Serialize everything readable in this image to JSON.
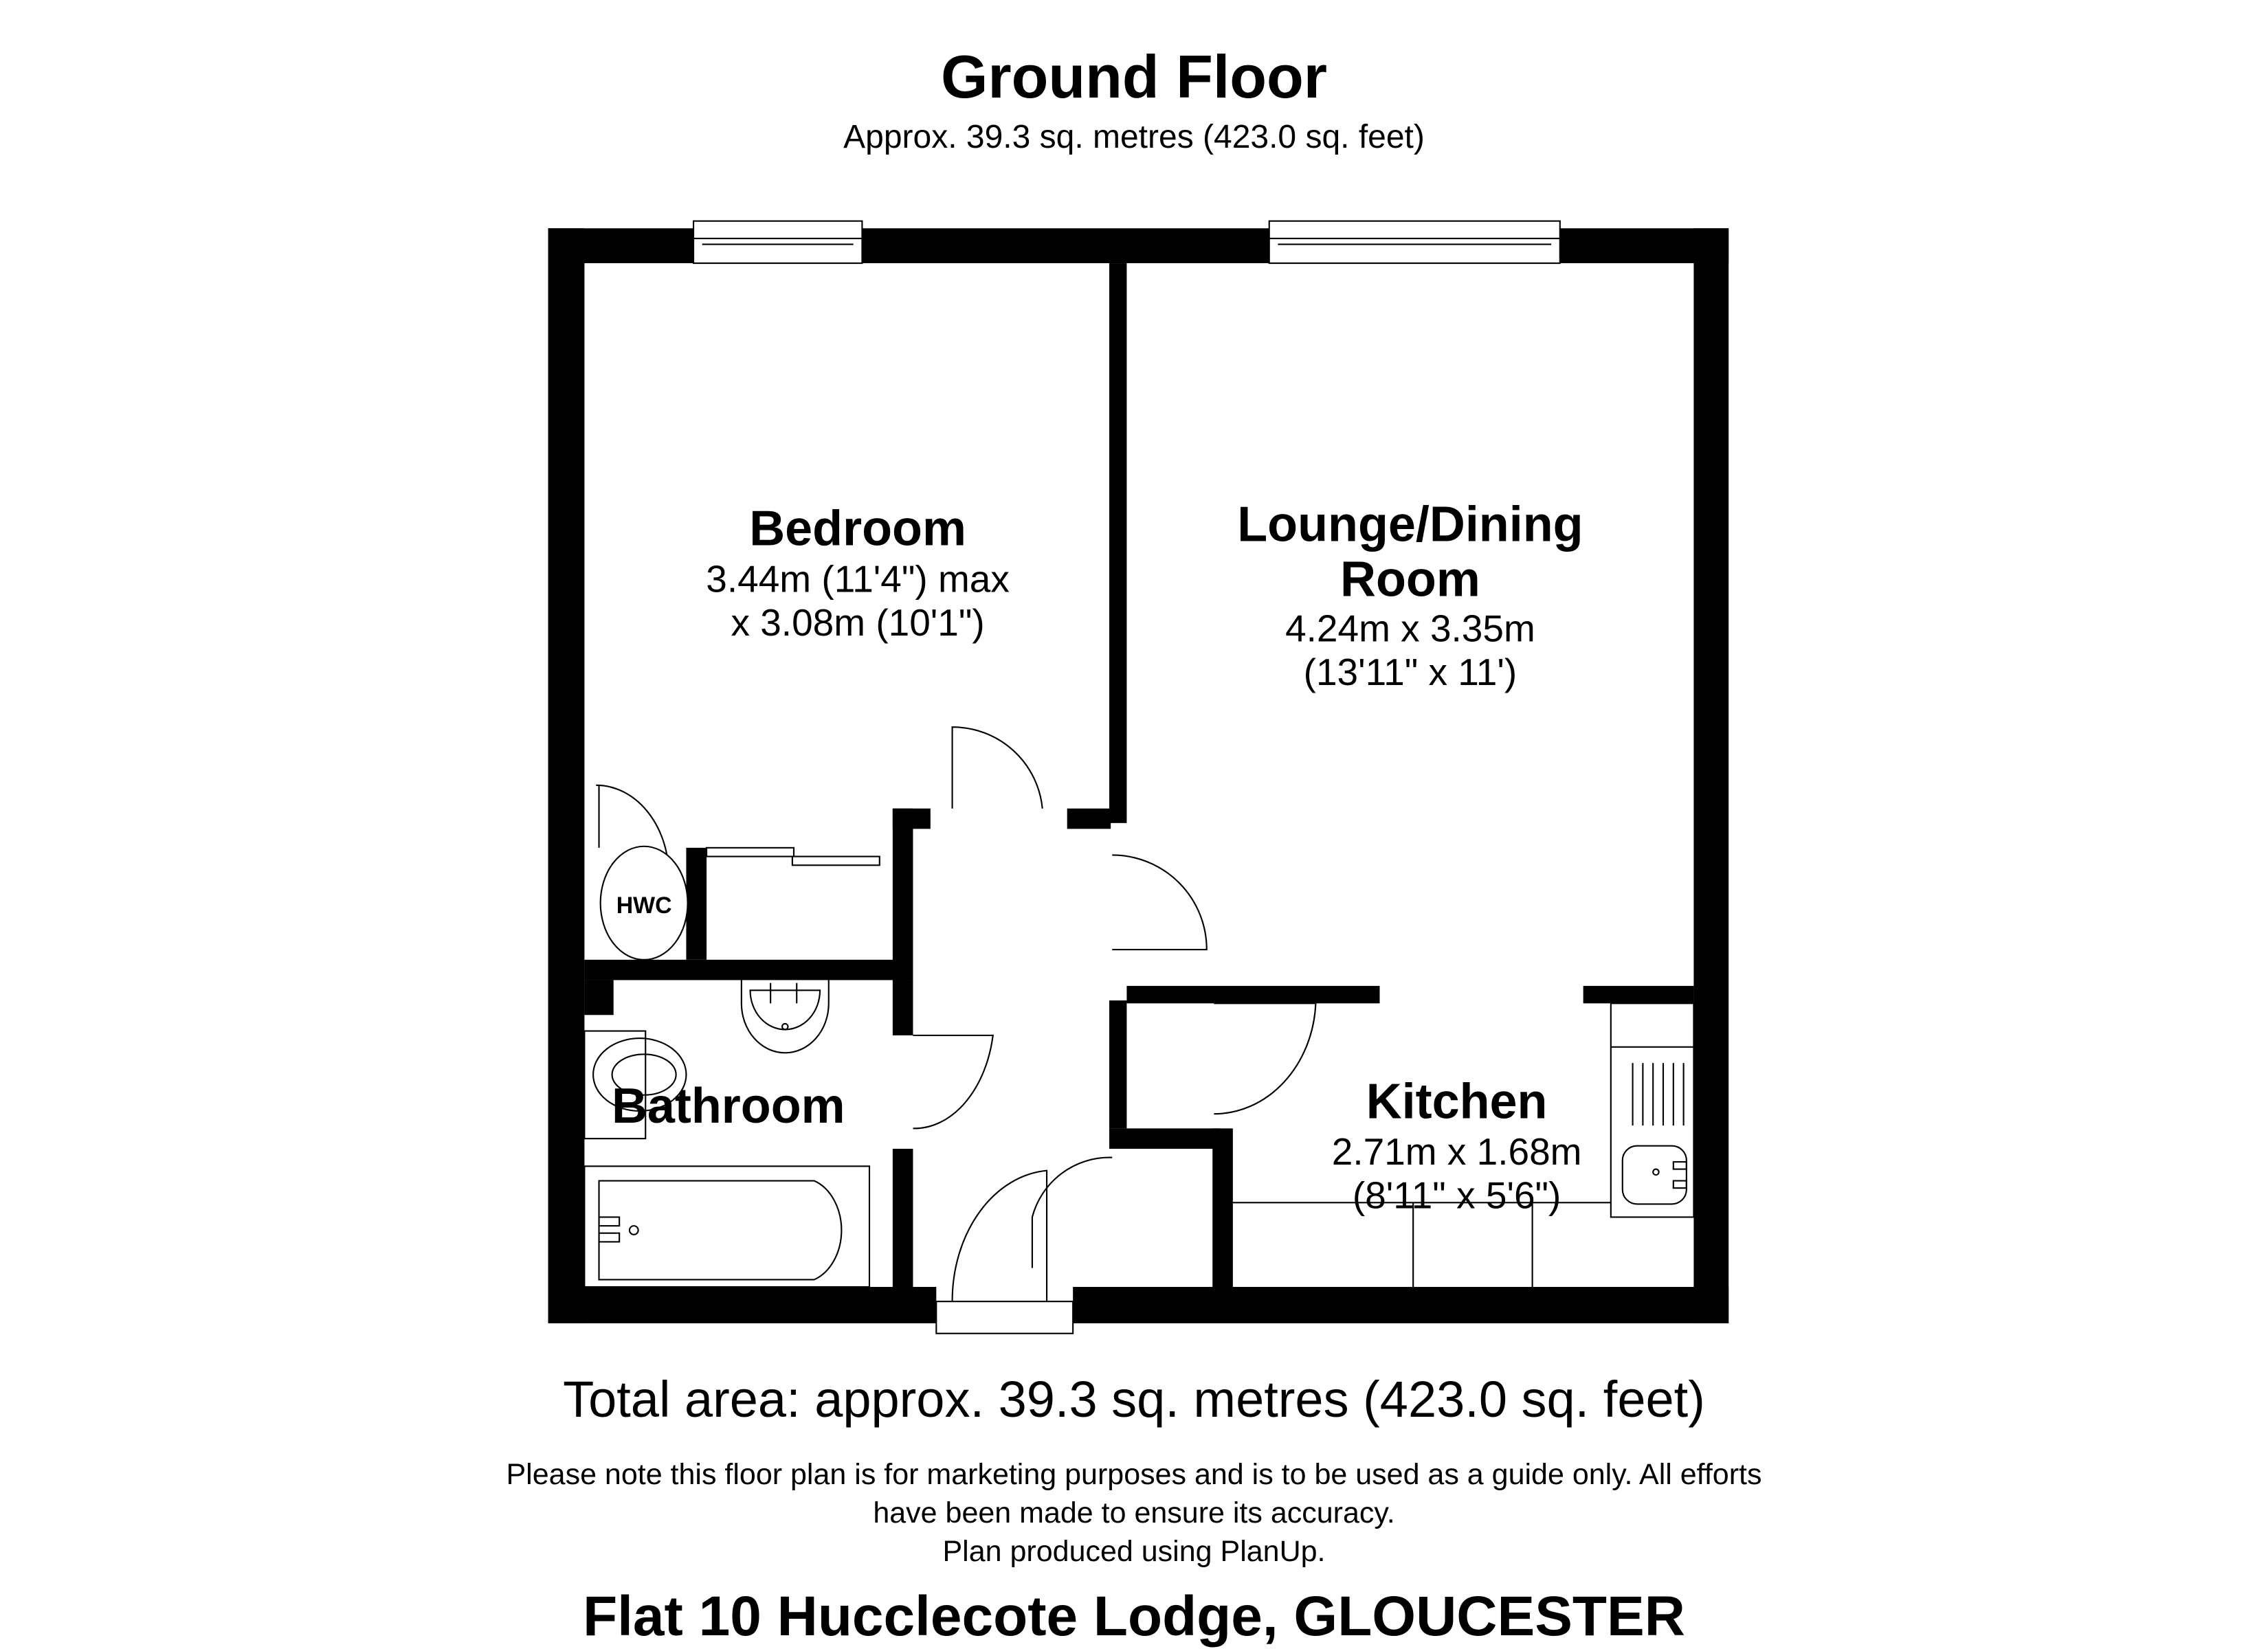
{
  "header": {
    "title": "Ground Floor",
    "subtitle": "Approx. 39.3 sq. metres (423.0 sq. feet)"
  },
  "rooms": {
    "bedroom": {
      "name": "Bedroom",
      "dim_line1": "3.44m (11'4\") max",
      "dim_line2": "x 3.08m (10'1\")"
    },
    "lounge": {
      "name_line1": "Lounge/Dining",
      "name_line2": "Room",
      "dim_line1": "4.24m x 3.35m",
      "dim_line2": "(13'11\" x 11')"
    },
    "kitchen": {
      "name": "Kitchen",
      "dim_line1": "2.71m x 1.68m",
      "dim_line2": "(8'11\" x 5'6\")"
    },
    "bathroom": {
      "name": "Bathroom"
    },
    "hwc": {
      "label": "HWC"
    }
  },
  "footer": {
    "total_area": "Total area: approx. 39.3 sq. metres (423.0 sq. feet)",
    "note_line1": "Please note this floor plan is for marketing purposes and is to be used as a guide only. All efforts",
    "note_line2": "have been made to ensure its accuracy.",
    "note_line3": "Plan produced using PlanUp.",
    "address": "Flat 10 Hucclecote Lodge, GLOUCESTER"
  },
  "colors": {
    "wall": "#000000",
    "background": "#ffffff",
    "fixture_line": "#000000"
  }
}
